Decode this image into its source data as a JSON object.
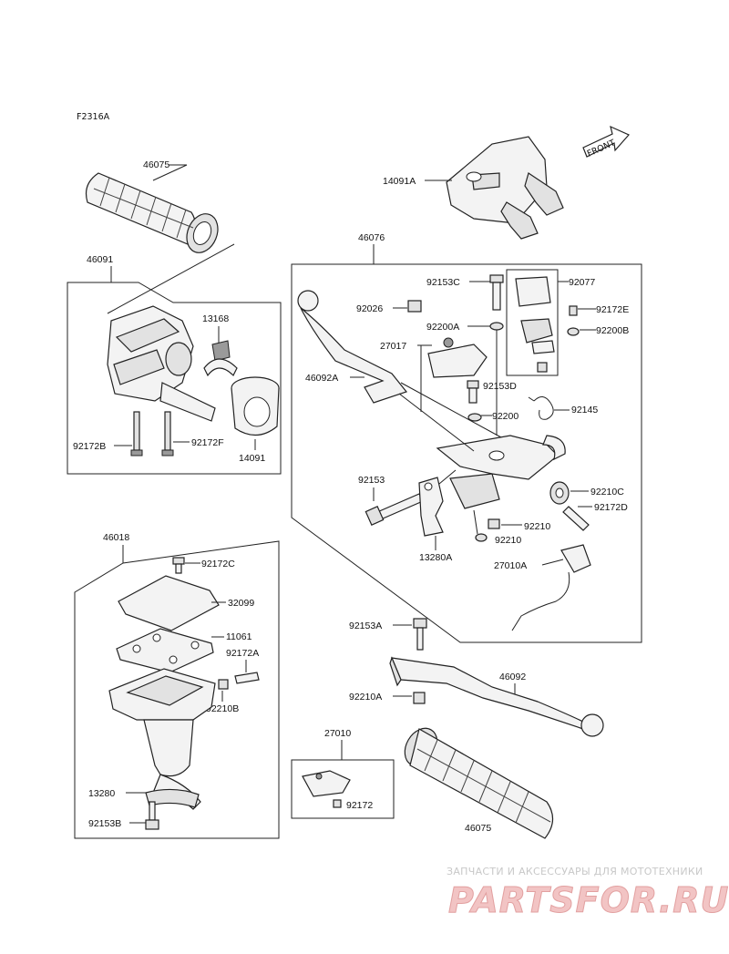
{
  "figure_code": "F2316A",
  "front_label": "FRONT",
  "watermark": {
    "line1": "ЗАПЧАСТИ И АКСЕССУАРЫ ДЛЯ МОТОТЕХНИКИ",
    "line2": "PARTSFOR.RU"
  },
  "labels": {
    "grip_left": "46075",
    "grip_right": "46075",
    "sw_housing_assy": "14091A",
    "lever_assy": "46076",
    "switch_assy": "46091",
    "bolt_92153c": "92153C",
    "switch_block_92077": "92077",
    "nut_92026": "92026",
    "washer_92200a": "92200A",
    "screw_92172e": "92172E",
    "washer_92200b": "92200B",
    "bracket_27017": "27017",
    "lever_46092a": "46092A",
    "bolt_92153d": "92153D",
    "washer_92200": "92200",
    "spring_92145": "92145",
    "bolt_92153": "92153",
    "collar_92210c": "92210C",
    "screw_92172d": "92172D",
    "collar_92210_a": "92210",
    "collar_92210_b": "92210",
    "clamp_13280a": "13280A",
    "switch_27010a": "27010A",
    "part_13168": "13168",
    "case_14091": "14091",
    "screw_92172b": "92172B",
    "screw_92172f": "92172F",
    "master_cyl_assy": "46018",
    "screw_92172c": "92172C",
    "cap_32099": "32099",
    "diaphragm_11061": "11061",
    "screw_92172a": "92172A",
    "collar_92210b": "92210B",
    "clamp_13280": "13280",
    "bolt_92153b": "92153B",
    "bolt_92153a": "92153A",
    "lever_46092": "46092",
    "collar_92210a": "92210A",
    "switch_27010": "27010",
    "screw_92172": "92172"
  }
}
